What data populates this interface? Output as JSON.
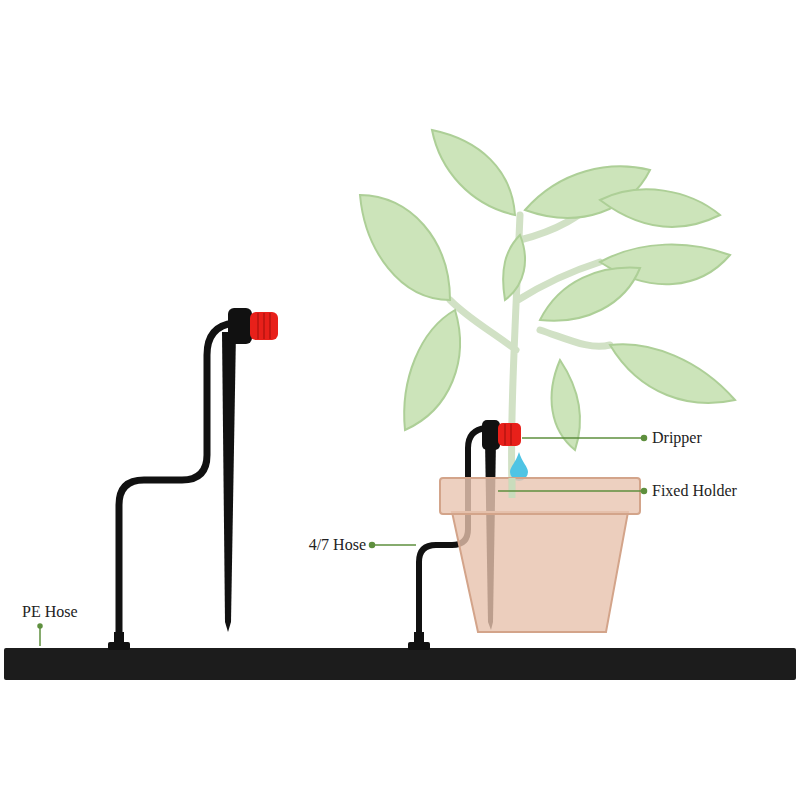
{
  "diagram": {
    "labels": [
      "Dripper",
      "Fixed Holder",
      "4/7 Hose",
      "PE Hose"
    ]
  }
}
